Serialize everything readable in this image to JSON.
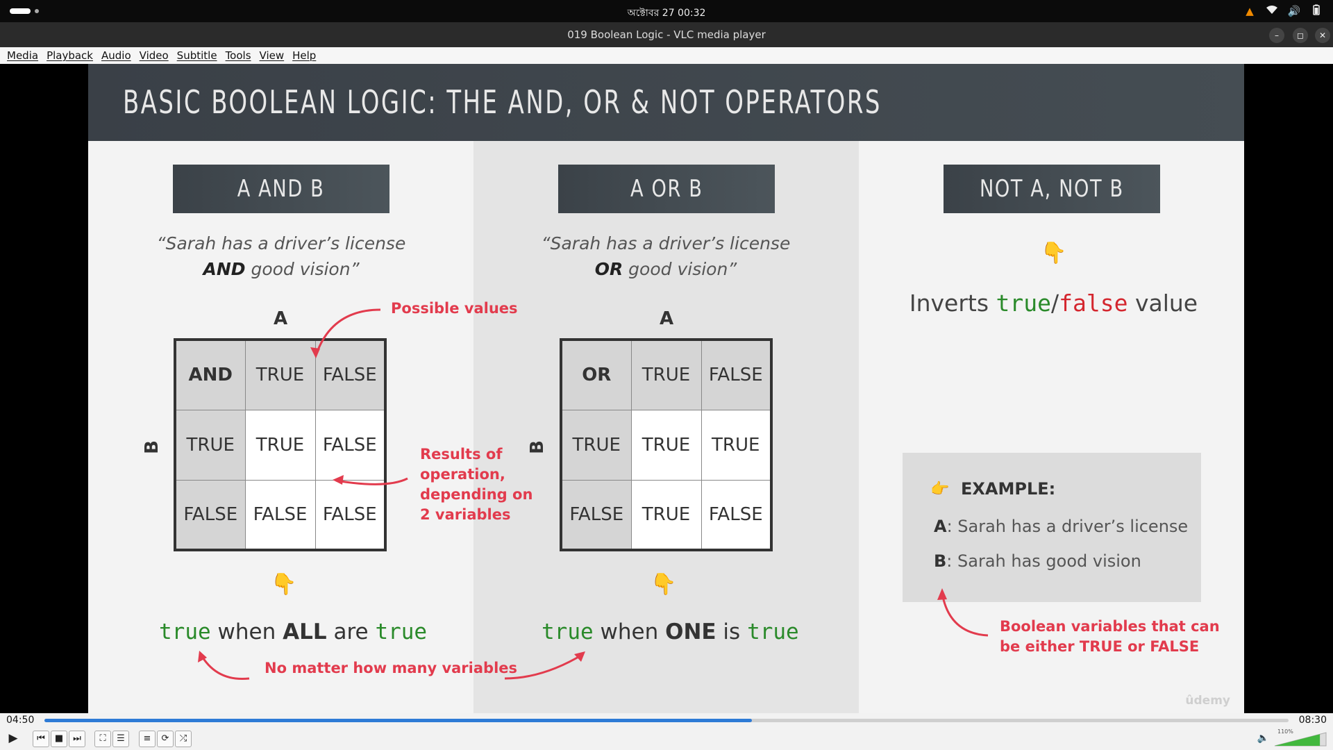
{
  "system": {
    "datetime": "অক্টোবর 27  00:32",
    "tray_icons": [
      "vlc-cone-icon",
      "wifi-icon",
      "volume-icon",
      "battery-icon"
    ]
  },
  "window": {
    "title": "019 Boolean Logic - VLC media player"
  },
  "menu": [
    "Media",
    "Playback",
    "Audio",
    "Video",
    "Subtitle",
    "Tools",
    "View",
    "Help"
  ],
  "slide": {
    "title": "BASIC BOOLEAN LOGIC: THE AND, OR & NOT OPERATORS",
    "and": {
      "header": "A AND B",
      "quote_line1": "“Sarah has a driver’s license",
      "quote_bold": "AND",
      "quote_line2_rest": " good vision”",
      "axis_a": "A",
      "axis_b": "B",
      "table": [
        [
          "AND",
          "TRUE",
          "FALSE"
        ],
        [
          "TRUE",
          "TRUE",
          "FALSE"
        ],
        [
          "FALSE",
          "FALSE",
          "FALSE"
        ]
      ],
      "rule_true1": "true",
      "rule_when": " when ",
      "rule_bold": "ALL",
      "rule_are": " are ",
      "rule_true2": "true"
    },
    "or": {
      "header": "A OR B",
      "quote_line1": "“Sarah has a driver’s license",
      "quote_bold": "OR",
      "quote_line2_rest": " good vision”",
      "axis_a": "A",
      "axis_b": "B",
      "table": [
        [
          "OR",
          "TRUE",
          "FALSE"
        ],
        [
          "TRUE",
          "TRUE",
          "TRUE"
        ],
        [
          "FALSE",
          "TRUE",
          "FALSE"
        ]
      ],
      "rule_true1": "true",
      "rule_when": " when ",
      "rule_bold": "ONE",
      "rule_is": " is ",
      "rule_true2": "true"
    },
    "not": {
      "header": "NOT A, NOT B",
      "inverts_word": "Inverts ",
      "true_word": "true",
      "slash": "/",
      "false_word": "false",
      "value_word": " value"
    },
    "example": {
      "heading": "EXAMPLE:",
      "a_label": "A",
      "a_text": ": Sarah has a driver’s license",
      "b_label": "B",
      "b_text": ": Sarah has good vision"
    },
    "annotations": {
      "possible_values": "Possible values",
      "results_l1": "Results of",
      "results_l2": "operation,",
      "results_l3": "depending on",
      "results_l4": "2 variables",
      "no_matter": "No matter how many variables",
      "boolean_vars_l1": "Boolean variables that can",
      "boolean_vars_l2": "be either TRUE or FALSE"
    },
    "watermark": "ûdemy",
    "colors": {
      "true": "#2a8a2a",
      "false": "#d4262e",
      "annotation": "#e23b4d"
    }
  },
  "player": {
    "elapsed": "04:50",
    "total": "08:30",
    "progress": 0.5686,
    "volume_label": "110%",
    "volume_level": 1.1
  }
}
